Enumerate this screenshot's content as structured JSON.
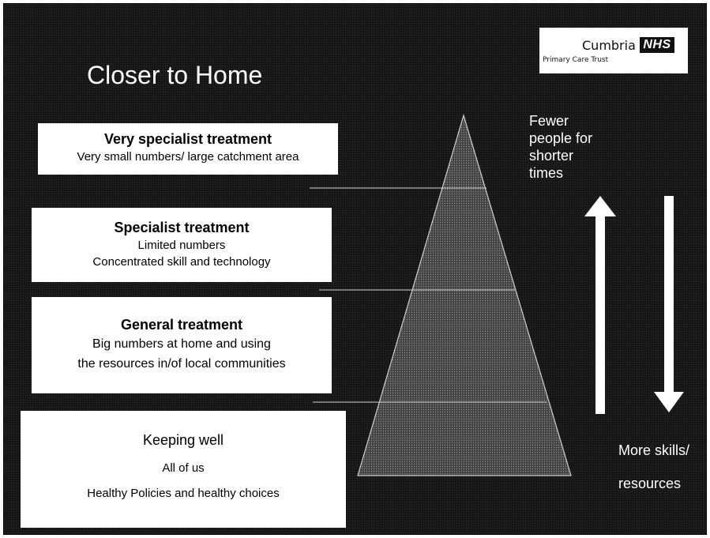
{
  "title": "Closer to Home",
  "logo": {
    "name": "Cumbria",
    "mark": "NHS",
    "subtitle": "Primary Care Trust"
  },
  "tiers": [
    {
      "heading": "Very specialist treatment",
      "lines": [
        "Very small numbers/ large catchment area"
      ]
    },
    {
      "heading": "Specialist treatment",
      "lines": [
        "Limited numbers",
        "Concentrated skill and technology"
      ]
    },
    {
      "heading": "General treatment",
      "lines": [
        "Big numbers at home and using",
        "the resources in/of local communities"
      ]
    },
    {
      "heading": "Keeping well",
      "lines": [
        "All of us",
        "Healthy Policies and healthy choices"
      ]
    }
  ],
  "arrows": {
    "up_label": [
      "Fewer",
      "people for",
      "shorter",
      "times"
    ],
    "down_label": [
      "More skills/",
      "resources"
    ]
  },
  "colors": {
    "background": "#151515",
    "box": "#ffffff",
    "arrow": "#ffffff",
    "pyramid_fill": "#4a4a4a",
    "pyramid_stroke": "#cfcfcf"
  }
}
